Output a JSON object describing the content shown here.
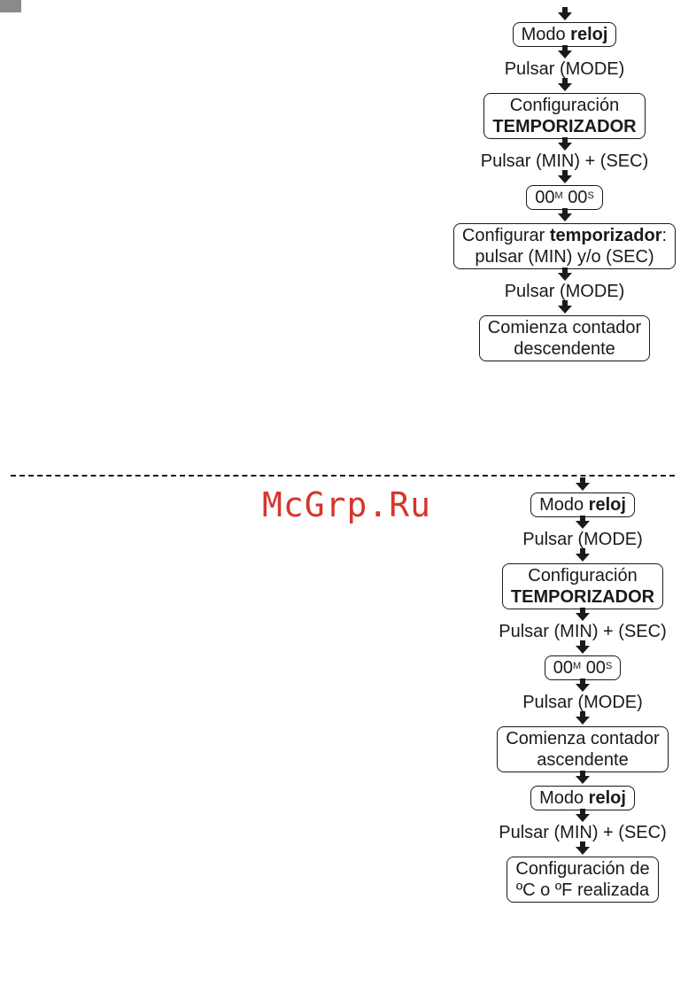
{
  "watermark": "McGrp.Ru",
  "flow1": {
    "modo_prefix": "Modo ",
    "modo_bold": "reloj",
    "step_mode": "Pulsar (MODE)",
    "config_line1": "Configuración",
    "config_line2": "TEMPORIZADOR",
    "step_min_sec": "Pulsar (MIN) + (SEC)",
    "display_min": "00",
    "display_min_sup": "M",
    "display_sec": "00",
    "display_sec_sup": "S",
    "configurar_prefix": "Configurar ",
    "configurar_bold": "temporizador",
    "configurar_suffix": ":",
    "configurar_line2": "pulsar (MIN) y/o (SEC)",
    "step_mode_2": "Pulsar (MODE)",
    "countdown_line1": "Comienza contador",
    "countdown_line2": "descendente"
  },
  "flow2": {
    "modo_prefix": "Modo ",
    "modo_bold": "reloj",
    "step_mode": "Pulsar (MODE)",
    "config_line1": "Configuración",
    "config_line2": "TEMPORIZADOR",
    "step_min_sec": "Pulsar (MIN) + (SEC)",
    "display_min": "00",
    "display_min_sup": "M",
    "display_sec": "00",
    "display_sec_sup": "S",
    "step_mode_2": "Pulsar (MODE)",
    "countup_line1": "Comienza contador",
    "countup_line2": "ascendente",
    "modo2_prefix": "Modo ",
    "modo2_bold": "reloj",
    "step_min_sec_2": "Pulsar (MIN) + (SEC)",
    "temp_line1": "Configuración de",
    "temp_line2": "ºC o ºF realizada"
  }
}
